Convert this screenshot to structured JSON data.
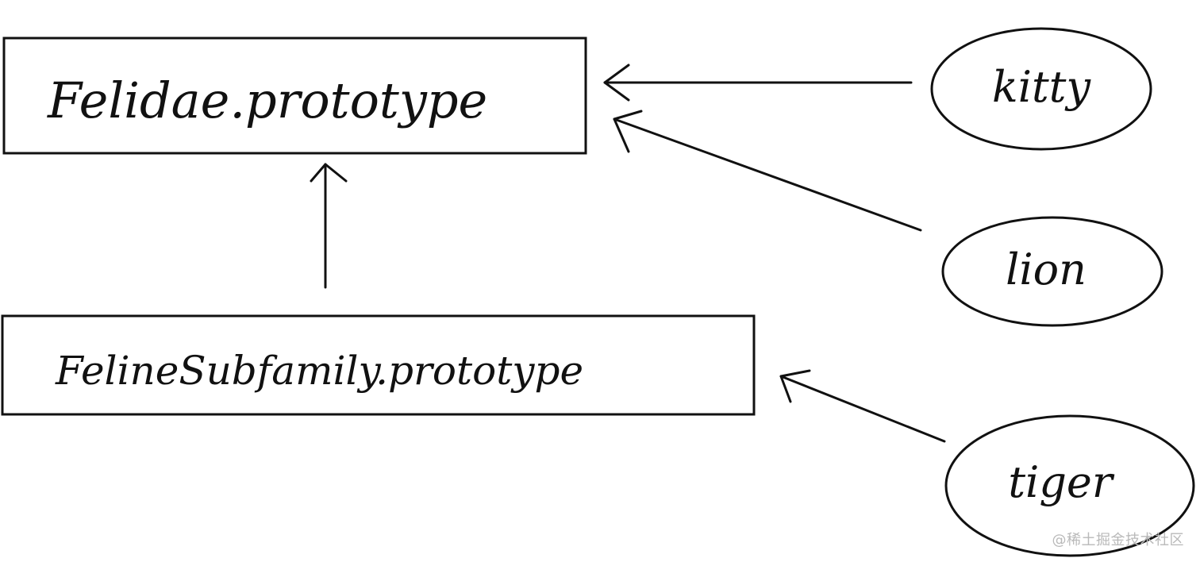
{
  "nodes": {
    "felidae_prototype": {
      "label": "Felidae.prototype"
    },
    "felinesubfamily_prototype": {
      "label": "FelineSubfamily.prototype"
    },
    "kitty": {
      "label": "kitty"
    },
    "lion": {
      "label": "lion"
    },
    "tiger": {
      "label": "tiger"
    }
  },
  "edges": [
    {
      "from": "kitty",
      "to": "felidae_prototype"
    },
    {
      "from": "lion",
      "to": "felidae_prototype"
    },
    {
      "from": "felinesubfamily_prototype",
      "to": "felidae_prototype"
    },
    {
      "from": "tiger",
      "to": "felinesubfamily_prototype"
    }
  ],
  "watermark": {
    "text": "@稀土掘金技术社区"
  }
}
